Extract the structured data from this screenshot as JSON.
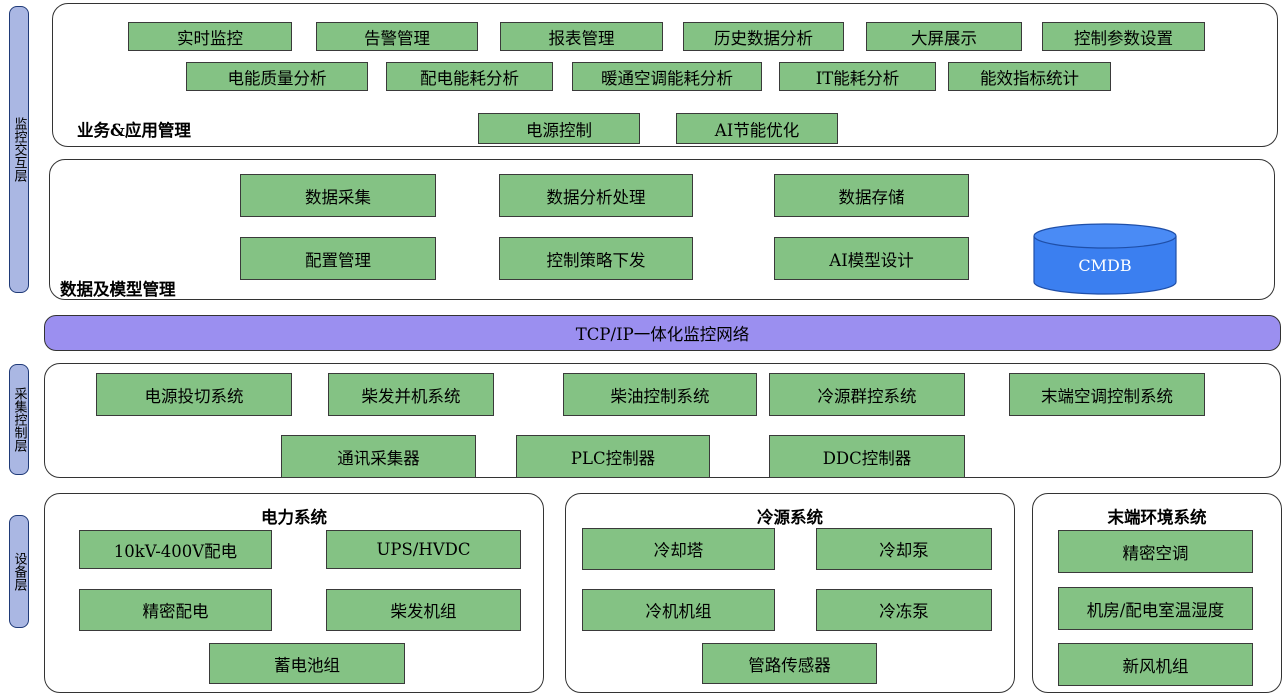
{
  "side_labels": {
    "interaction": "监控交互层",
    "collection": "采集控制层",
    "device": "设备层"
  },
  "business": {
    "title": "业务&应用管理",
    "row1": [
      "实时监控",
      "告警管理",
      "报表管理",
      "历史数据分析",
      "大屏展示",
      "控制参数设置"
    ],
    "row2": [
      "电能质量分析",
      "配电能耗分析",
      "暖通空调能耗分析",
      "IT能耗分析",
      "能效指标统计"
    ],
    "row3": [
      "电源控制",
      "AI节能优化"
    ]
  },
  "data_model": {
    "title": "数据及模型管理",
    "row1": [
      "数据采集",
      "数据分析处理",
      "数据存储"
    ],
    "row2": [
      "配置管理",
      "控制策略下发",
      "AI模型设计"
    ],
    "db_label": "CMDB"
  },
  "network": {
    "label": "TCP/IP一体化监控网络"
  },
  "collection": {
    "row1": [
      "电源投切系统",
      "柴发并机系统",
      "柴油控制系统",
      "冷源群控系统",
      "末端空调控制系统"
    ],
    "row2": [
      "通讯采集器",
      "PLC控制器",
      "DDC控制器"
    ]
  },
  "power_system": {
    "title": "电力系统",
    "items": [
      "10kV-400V配电",
      "UPS/HVDC",
      "精密配电",
      "柴发机组",
      "蓄电池组"
    ]
  },
  "cooling_system": {
    "title": "冷源系统",
    "items": [
      "冷却塔",
      "冷却泵",
      "冷机机组",
      "冷冻泵",
      "管路传感器"
    ]
  },
  "terminal_system": {
    "title": "末端环境系统",
    "items": [
      "精密空调",
      "机房/配电室温湿度",
      "新风机组"
    ]
  },
  "colors": {
    "box_fill": "#84c284",
    "side_fill": "#aab7e3",
    "network_fill": "#9b8ff0",
    "db_fill": "#3b7ff0"
  }
}
